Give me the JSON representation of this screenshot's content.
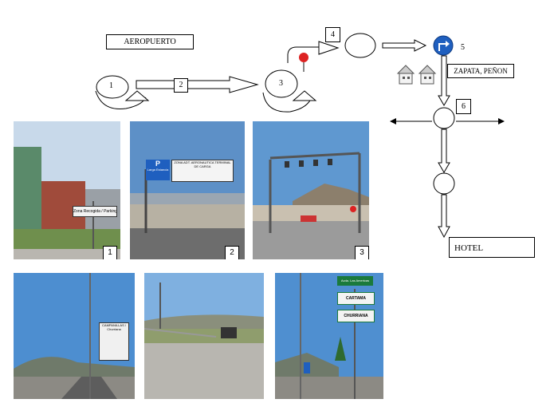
{
  "labels": {
    "airport": "AEROPUERTO",
    "zapata": "ZAPATA, PEÑON",
    "hotel": "HOTEL"
  },
  "steps": [
    "1",
    "2",
    "3",
    "4",
    "5",
    "6"
  ],
  "photos": [
    {
      "number": "1",
      "sign": "Zona Recogida / Parking"
    },
    {
      "number": "2",
      "sign_p": "P",
      "sign_p_sub": "Larga Estancia",
      "sign_main": "ZONA ADT. AERONAUTICA TERMINAL DE CARGA"
    },
    {
      "number": "3"
    },
    {
      "number": "",
      "sign": "CAMPANILLAS / Churriana"
    },
    {
      "number": ""
    },
    {
      "number": "",
      "signs": [
        "Avda. Las Americas",
        "CARTAMA",
        "CHURRIANA"
      ]
    }
  ],
  "colors": {
    "sign_blue": "#1f5fbf",
    "sign_green": "#1a7a3c",
    "sky": "#a9c8e6"
  }
}
